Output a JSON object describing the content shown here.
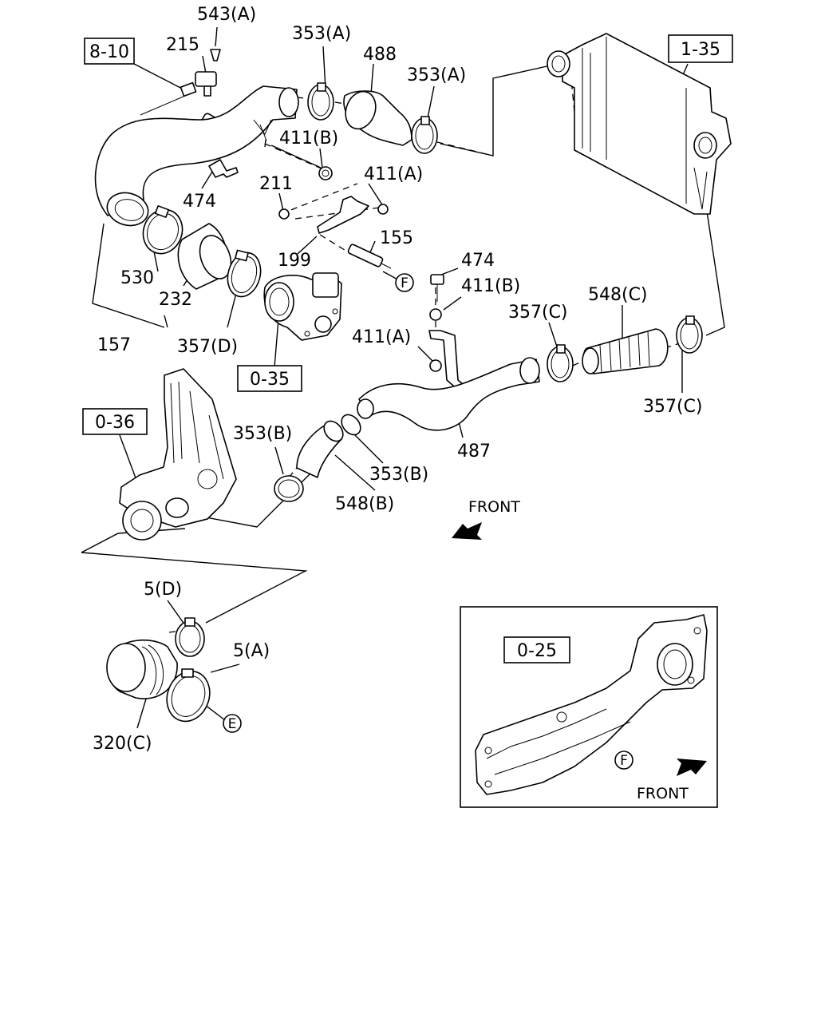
{
  "labels": {
    "l543A": "543(A)",
    "l215": "215",
    "l353A_1": "353(A)",
    "l488": "488",
    "l353A_2": "353(A)",
    "l411B_1": "411(B)",
    "l411A_1": "411(A)",
    "l211": "211",
    "l474_1": "474",
    "l155": "155",
    "l199": "199",
    "l530": "530",
    "l232": "232",
    "l157": "157",
    "l357D": "357(D)",
    "l474_2": "474",
    "l411B_2": "411(B)",
    "l548C": "548(C)",
    "l357C_1": "357(C)",
    "l411A_2": "411(A)",
    "l357C_2": "357(C)",
    "l353B_1": "353(B)",
    "l487": "487",
    "l353B_2": "353(B)",
    "l548B": "548(B)",
    "l5D": "5(D)",
    "l5A": "5(A)",
    "l320C": "320(C)"
  },
  "refs": {
    "r8_10": "8-10",
    "r1_35": "1-35",
    "r0_35": "0-35",
    "r0_36": "0-36",
    "r0_25": "0-25"
  },
  "connectors": {
    "F_main": "F",
    "E_main": "E",
    "F_inset": "F"
  },
  "front": {
    "front_main": "FRONT",
    "front_inset": "FRONT"
  }
}
